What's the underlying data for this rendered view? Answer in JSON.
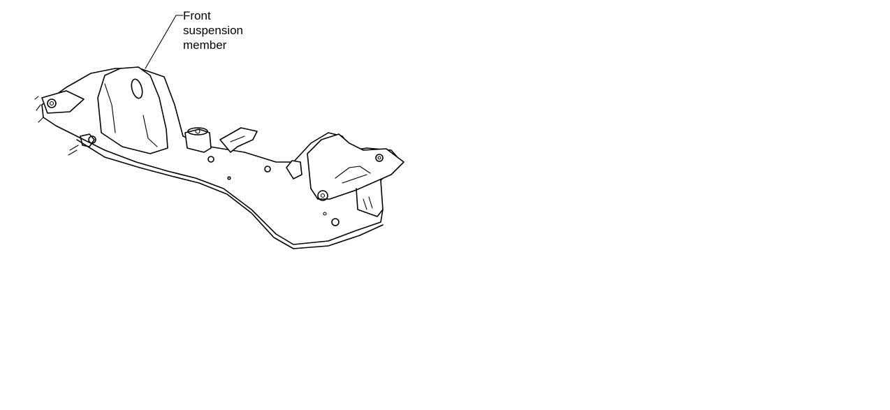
{
  "diagram": {
    "callout_label": "Front\nsuspension\nmember",
    "colors": {
      "ink": "#000000",
      "background": "#ffffff",
      "highlight": "#d40000"
    },
    "icons": {
      "left_drawing": "front-suspension-member-drawing",
      "right_drawing": "front-suspension-member-marked-drawing",
      "arm_drawing": "lower-control-arm-drawing",
      "bolt_drawing": "bolt-drawing",
      "nut_drawing": "nut-drawing",
      "ball_joint_drawing": "ball-joint-drawing",
      "highlight_mark": "red-circle-highlight"
    }
  }
}
